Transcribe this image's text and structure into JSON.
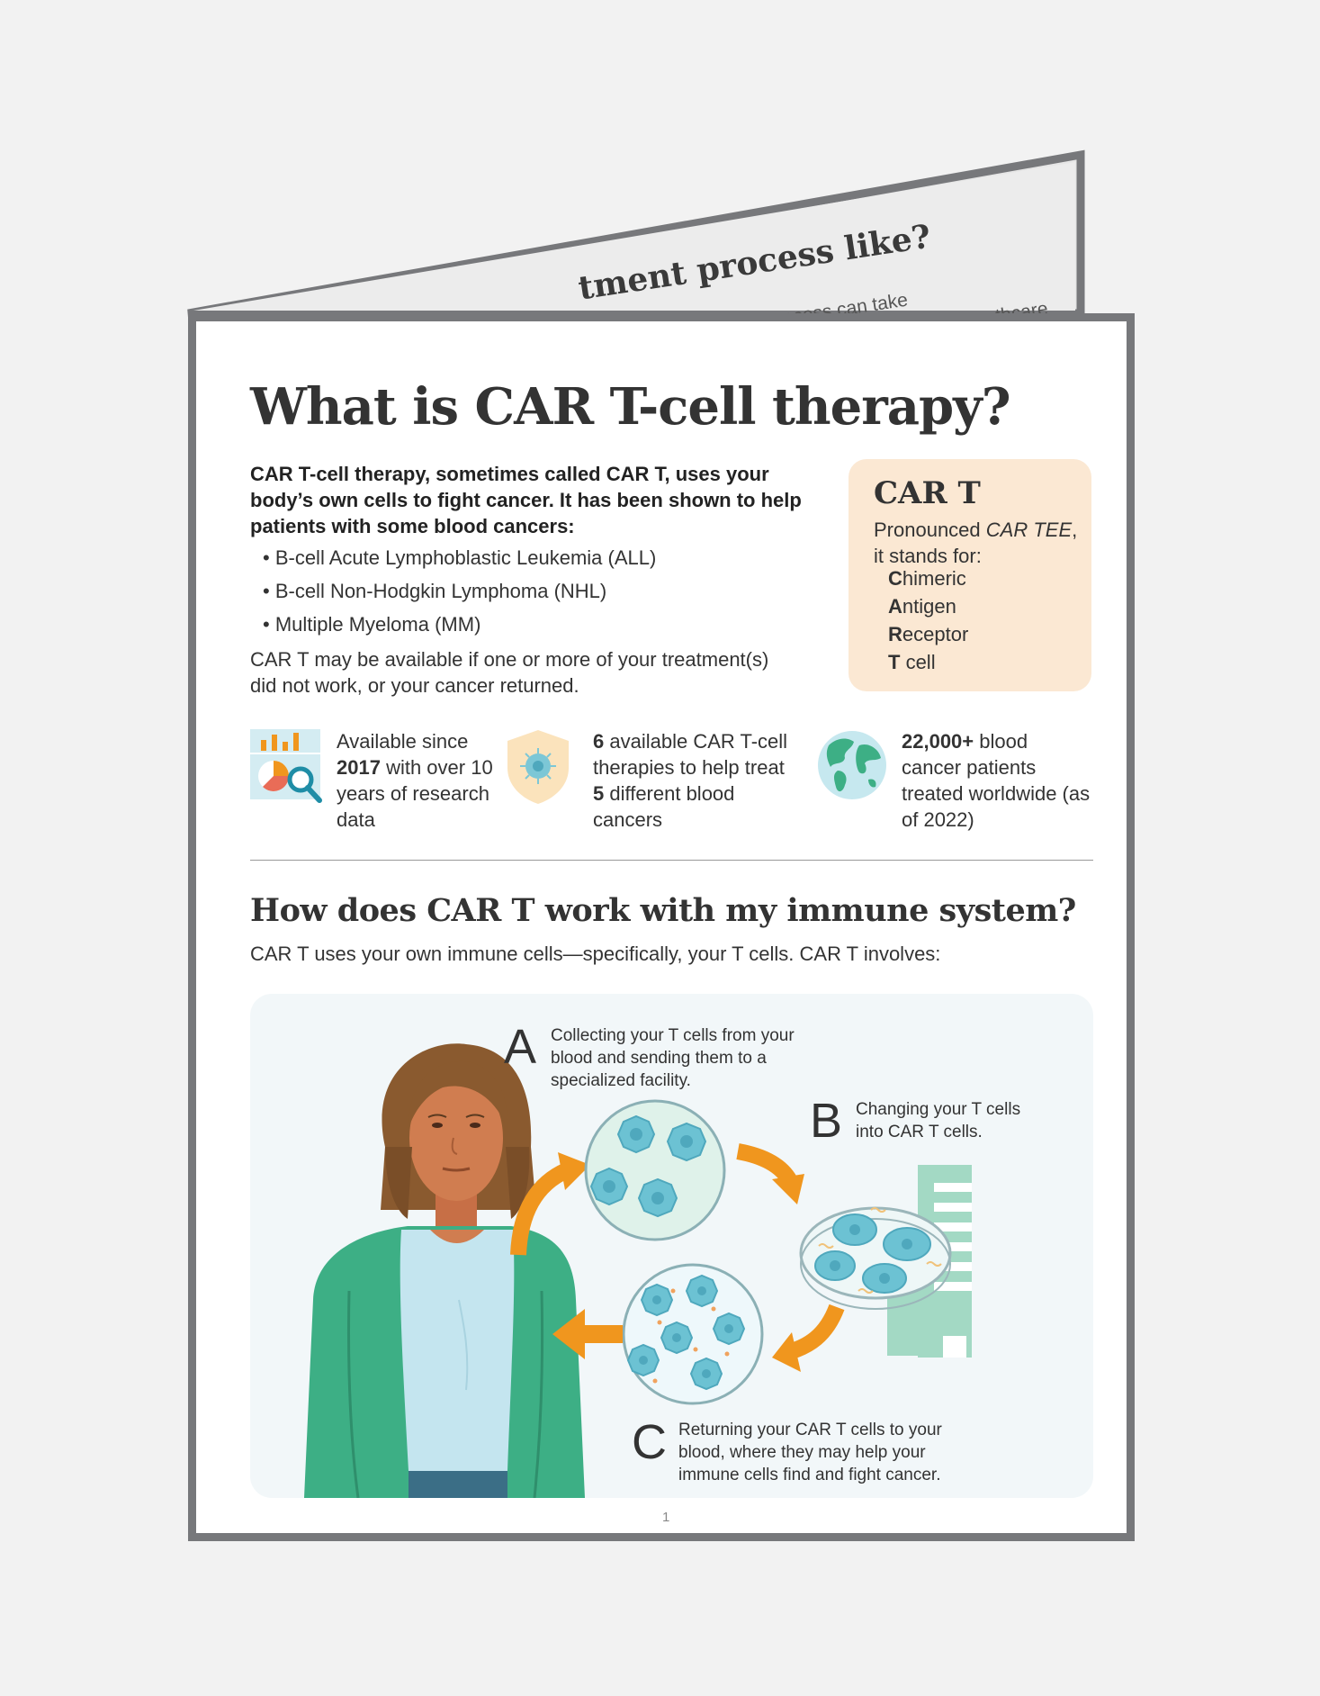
{
  "back_page": {
    "heading": "tment process like?",
    "sub_line_1": "process can take",
    "sub_line_2": "thcare"
  },
  "title": "What is CAR T-cell therapy?",
  "intro": {
    "bold_text": "CAR T-cell therapy, sometimes called CAR T, uses your body’s own cells to fight cancer. It has been shown to help patients with some blood cancers:",
    "cancers": [
      "• B-cell Acute Lymphoblastic Leukemia (ALL)",
      "• B-cell Non-Hodgkin Lymphoma (NHL)",
      "• Multiple Myeloma (MM)"
    ],
    "note": "CAR T may be available if one or more of your treatment(s) did not work, or your cancer returned."
  },
  "cart_box": {
    "title": "CAR T",
    "pronounced_prefix": "Pronounced ",
    "pronounced_italic": "CAR TEE",
    "pronounced_suffix": ", it stands for:",
    "acronym": [
      {
        "letter": "C",
        "rest": "himeric"
      },
      {
        "letter": "A",
        "rest": "ntigen"
      },
      {
        "letter": "R",
        "rest": "eceptor"
      },
      {
        "letter": "T",
        "rest": " cell"
      }
    ]
  },
  "stats": {
    "research": {
      "icon": "research-chart-icon",
      "pre": "Available since ",
      "bold": "2017",
      "post": " with over 10 years of research data"
    },
    "therapies": {
      "icon": "shield-cell-icon",
      "bold1": "6",
      "mid": " available CAR T-cell therapies to help treat ",
      "bold2": "5",
      "post": " different blood cancers"
    },
    "patients": {
      "icon": "globe-icon",
      "bold": "22,000+",
      "post": " blood cancer patients treated worldwide (as of 2022)"
    }
  },
  "section": {
    "heading": "How does CAR T work with my immune system?",
    "subtitle": "CAR T uses your own immune cells—specifically, your T cells. CAR T involves:"
  },
  "steps": [
    {
      "letter": "A",
      "text": "Collecting your T cells from your blood and sending them to a specialized facility."
    },
    {
      "letter": "B",
      "text": "Changing your T cells into CAR T cells."
    },
    {
      "letter": "C",
      "text": "Returning your CAR T cells to your blood, where they may help your immune cells find and fight cancer."
    }
  ],
  "page_number": "1",
  "colors": {
    "accent_orange": "#f0961e",
    "cell_blue": "#6cc2d3",
    "jacket_green": "#3daf85",
    "box_peach": "#fbe8d3",
    "panel_bg": "#f2f7f9",
    "frame_gray": "#77787b"
  }
}
